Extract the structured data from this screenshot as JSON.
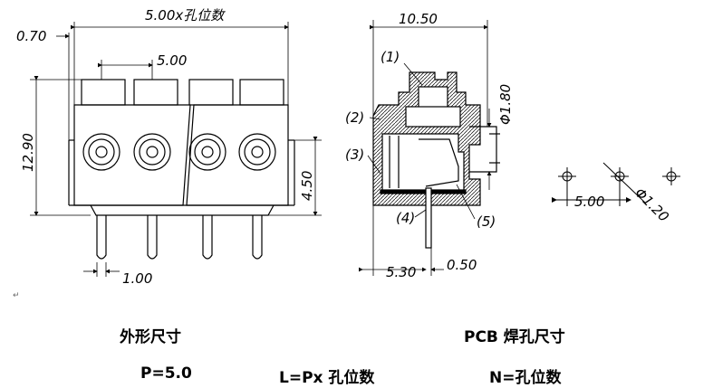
{
  "front_view": {
    "dim_total": "5.00x孔位数",
    "dim_offset": "0.70",
    "dim_pitch": "5.00",
    "dim_height": "12.90",
    "dim_pin_height": "4.50",
    "dim_pin_dia": "1.00"
  },
  "side_view": {
    "dim_width": "10.50",
    "dim_screw_dia": "Φ1.80",
    "dim_pin_pos": "5.30",
    "dim_pin_thick": "0.50",
    "callouts": [
      "(1)",
      "(2)",
      "(3)",
      "(4)",
      "(5)"
    ]
  },
  "pcb_view": {
    "dim_pitch": "5.00",
    "dim_hole": "Φ1.20"
  },
  "captions": {
    "outline": "外形尺寸",
    "pcb": "PCB 焊孔尺寸",
    "pitch": "P=5.0",
    "length": "L=Px 孔位数",
    "count": "N=孔位数"
  },
  "colors": {
    "line": "#000000",
    "hatch": "#000000"
  }
}
